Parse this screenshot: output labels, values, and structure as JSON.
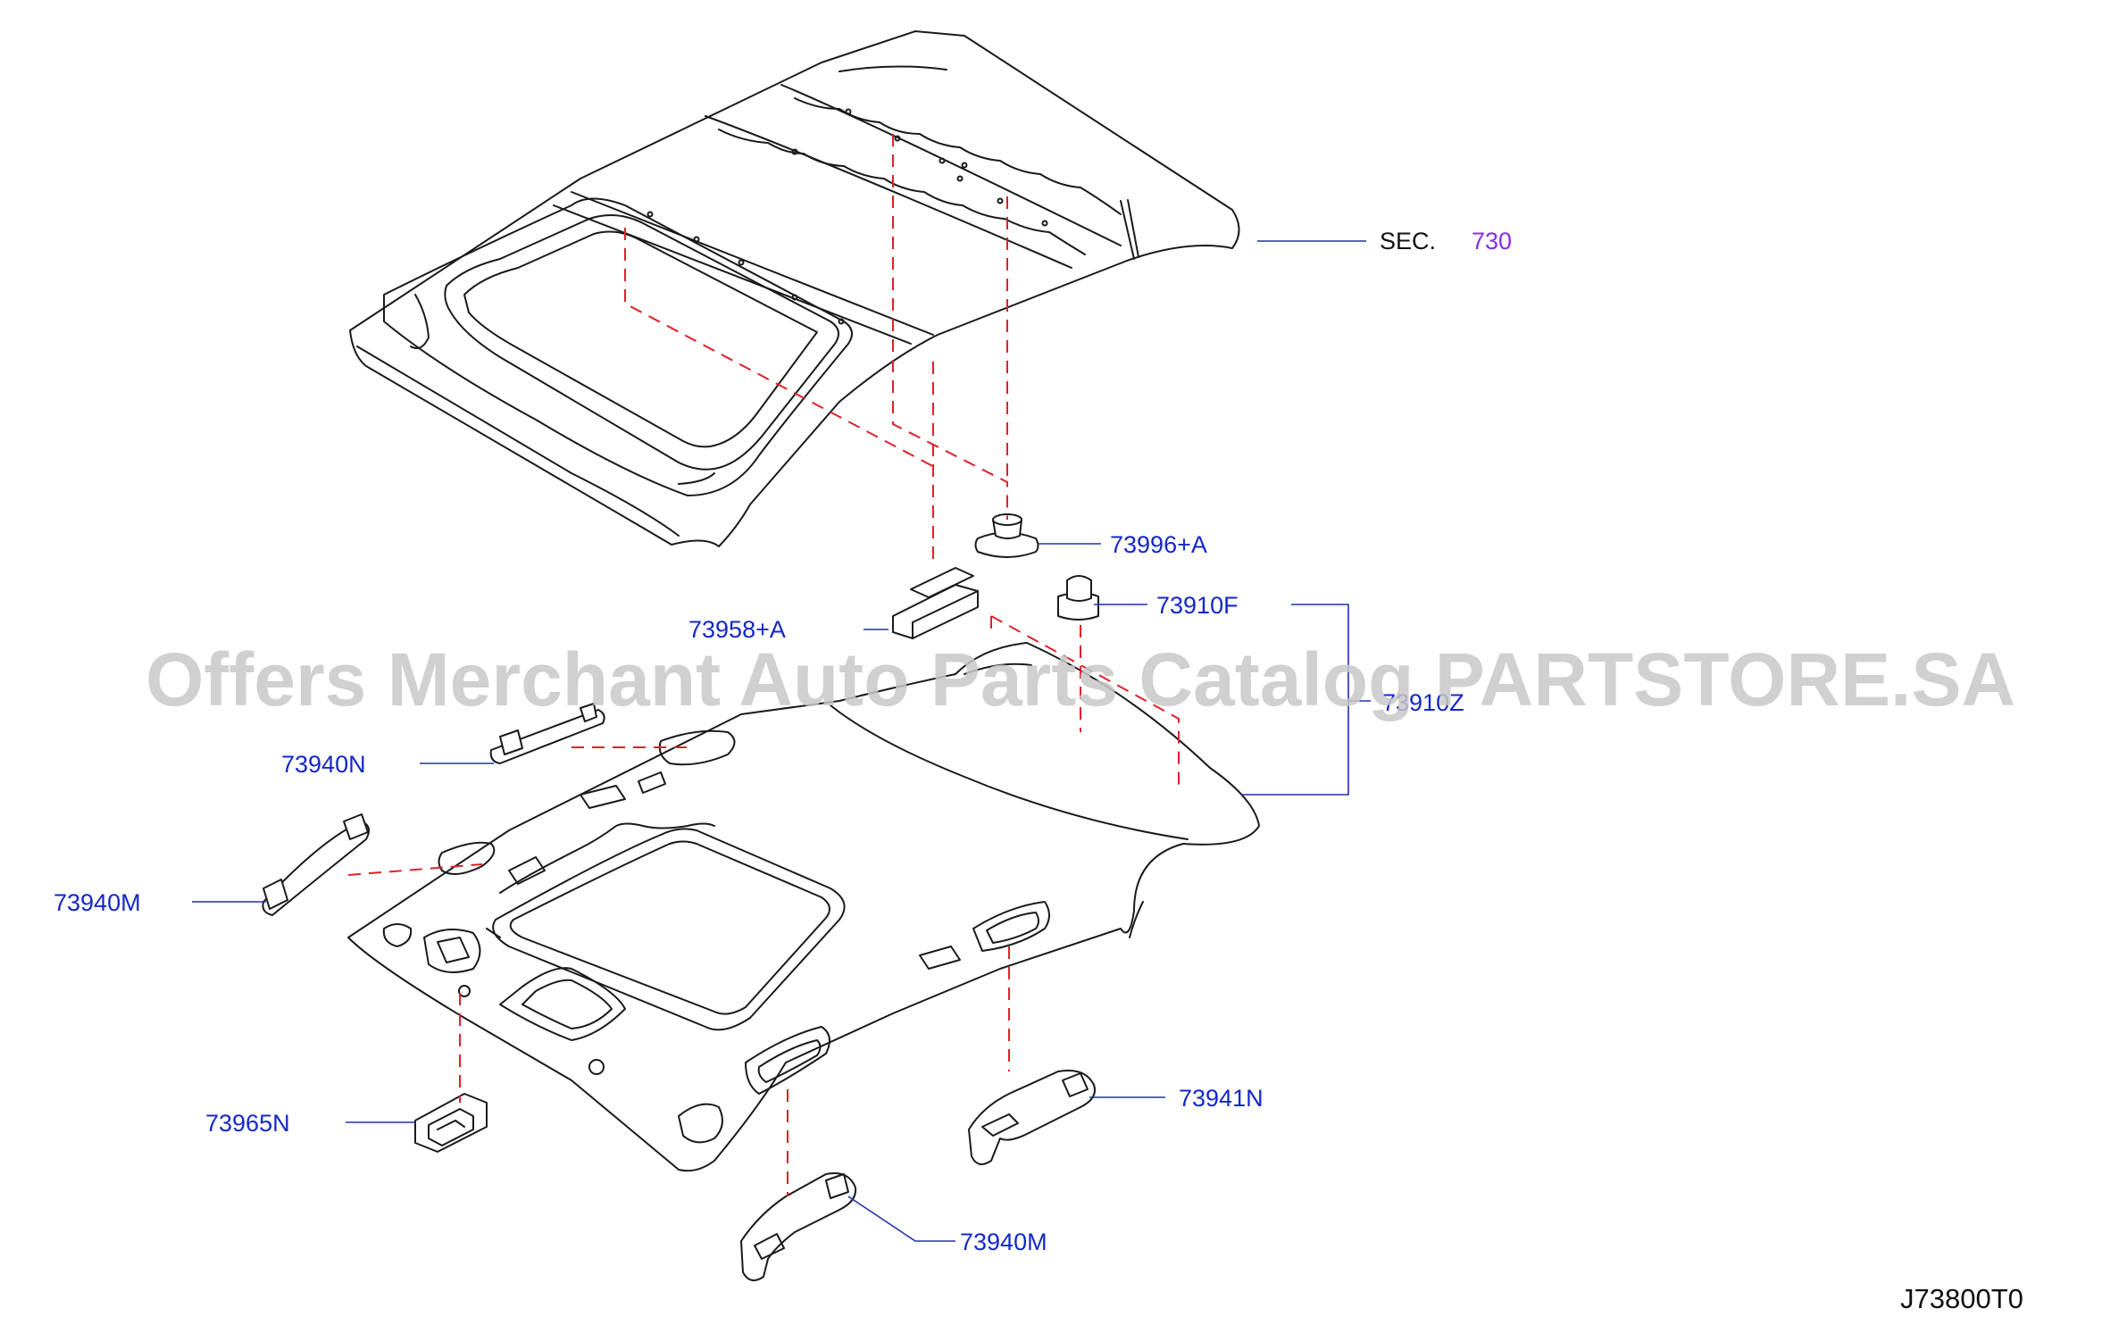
{
  "diagram": {
    "watermark": "Offers Merchant Auto Parts Catalog PARTSTORE.SA",
    "diagram_code": "J73800T0",
    "section_ref": {
      "prefix": "SEC.",
      "number": "730"
    },
    "label_color": "#1428c8",
    "section_number_color": "#8a2be2",
    "dash_color": "#e0202a",
    "callouts": {
      "c73996A": "73996+A",
      "c73910F": "73910F",
      "c73958A": "73958+A",
      "c73910Z": "73910Z",
      "c73940N": "73940N",
      "c73940M_left": "73940M",
      "c73965N": "73965N",
      "c73941N": "73941N",
      "c73940M_bottom": "73940M"
    }
  }
}
